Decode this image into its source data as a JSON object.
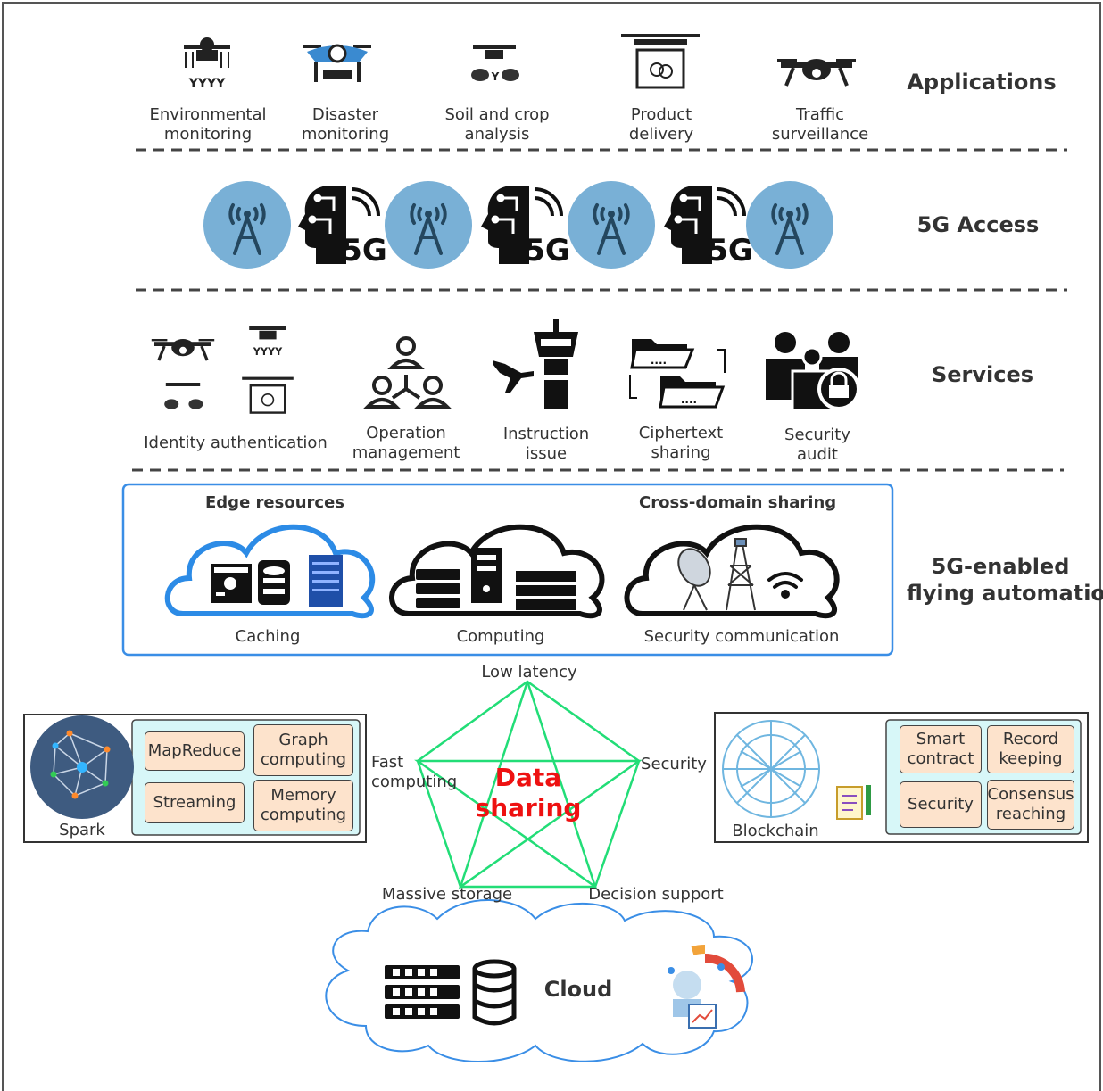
{
  "layers": {
    "applications": "Applications",
    "access": "5G Access",
    "services": "Services",
    "automation_line1": "5G-enabled",
    "automation_line2": "flying automation"
  },
  "applications": [
    {
      "line1": "Environmental",
      "line2": "monitoring",
      "icon": "crop-drone-icon"
    },
    {
      "line1": "Disaster",
      "line2": "monitoring",
      "icon": "blue-drone-icon"
    },
    {
      "line1": "Soil and crop",
      "line2": "analysis",
      "icon": "spray-drone-icon"
    },
    {
      "line1": "Product",
      "line2": "delivery",
      "icon": "delivery-drone-icon"
    },
    {
      "line1": "Traffic",
      "line2": "surveillance",
      "icon": "camera-drone-icon"
    }
  ],
  "access_badge": "5G",
  "services": [
    {
      "line1": "Identity authentication",
      "line2": "",
      "icon": "drone-group-icon"
    },
    {
      "line1": "Operation",
      "line2": "management",
      "icon": "org-chart-icon"
    },
    {
      "line1": "Instruction",
      "line2": "issue",
      "icon": "control-tower-icon"
    },
    {
      "line1": "Ciphertext",
      "line2": "sharing",
      "icon": "folder-share-icon"
    },
    {
      "line1": "Security",
      "line2": "audit",
      "icon": "user-lock-icon"
    }
  ],
  "edge": {
    "edge_resources": "Edge resources",
    "cross_domain": "Cross-domain sharing",
    "caching": "Caching",
    "computing": "Computing",
    "security_comm": "Security communication"
  },
  "pentagon": {
    "center_line1": "Data",
    "center_line2": "sharing",
    "top": "Low latency",
    "right": "Security",
    "left_line1": "Fast",
    "left_line2": "computing",
    "bottom_left": "Massive storage",
    "bottom_right": "Decision support"
  },
  "spark": {
    "label": "Spark",
    "items": [
      "MapReduce",
      "Graph computing",
      "Streaming",
      "Memory computing"
    ]
  },
  "blockchain": {
    "label": "Blockchain",
    "items": [
      "Smart contract",
      "Record keeping",
      "Security",
      "Consensus reaching"
    ]
  },
  "cloud": {
    "label": "Cloud"
  },
  "colors": {
    "tower_blue": "#79b0d6",
    "edge_border": "#3a8ee6",
    "pentagon": "#22dd77",
    "data_red": "#ee1111",
    "peach": "#fde3cc",
    "aqua": "#d7f7f8"
  }
}
